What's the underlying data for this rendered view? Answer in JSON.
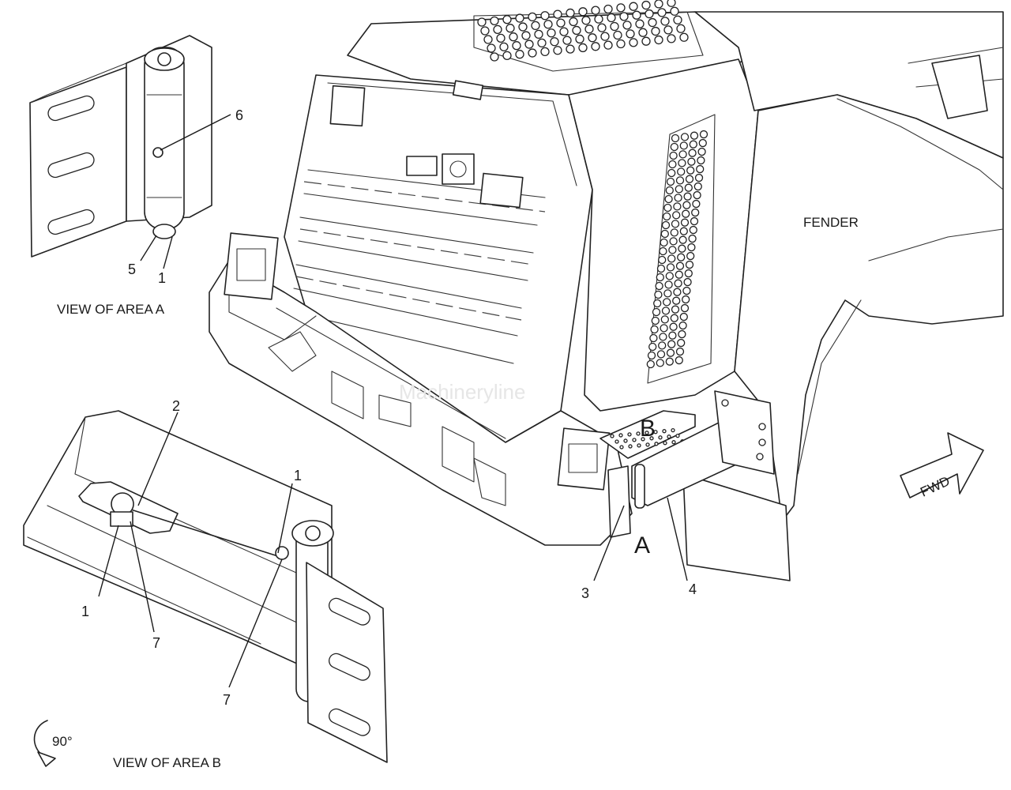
{
  "captions": {
    "view_a": "VIEW OF AREA A",
    "view_b": "VIEW OF AREA B"
  },
  "labels": {
    "fender": "FENDER",
    "area_a": "A",
    "area_b": "B",
    "forward": "FWD",
    "rotation": "90°"
  },
  "callouts": {
    "a_6": "6",
    "a_5": "5",
    "a_1": "1",
    "b_2": "2",
    "b_1_right": "1",
    "b_1_left": "1",
    "b_7_left": "7",
    "b_7_right": "7",
    "main_3": "3",
    "main_4": "4"
  },
  "watermark": "Machineryline"
}
